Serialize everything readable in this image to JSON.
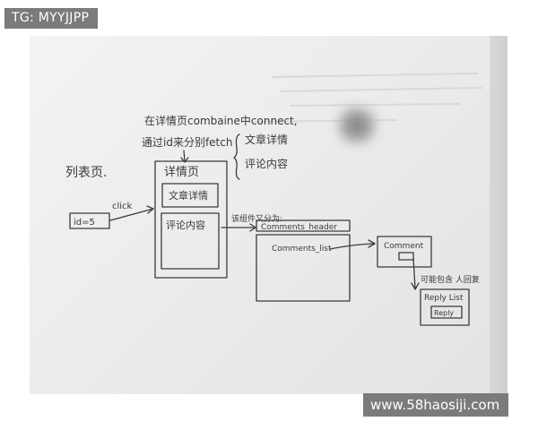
{
  "watermark_top": "TG: MYYJJPP",
  "watermark_bottom": "www.58haosiji.com",
  "sketch": {
    "note_line1": "在详情页combaine中connect,",
    "note_line2": "通过id来分别fetch",
    "note_branch_article": "文章详情",
    "note_branch_comments": "评论内容",
    "list_page_label": "列表页.",
    "id_box": "id=5",
    "click_label": "click",
    "detail_page_title": "详情页",
    "article_detail": "文章详情",
    "comment_content": "评论内容",
    "comment_split_note": "该组件又分为:",
    "comments_header": "Comments_header",
    "comments_list": "Comments_list",
    "comment": "Comment",
    "reply_note": "可能包含 人回复",
    "reply_list": "Reply List",
    "reply": "Reply"
  }
}
